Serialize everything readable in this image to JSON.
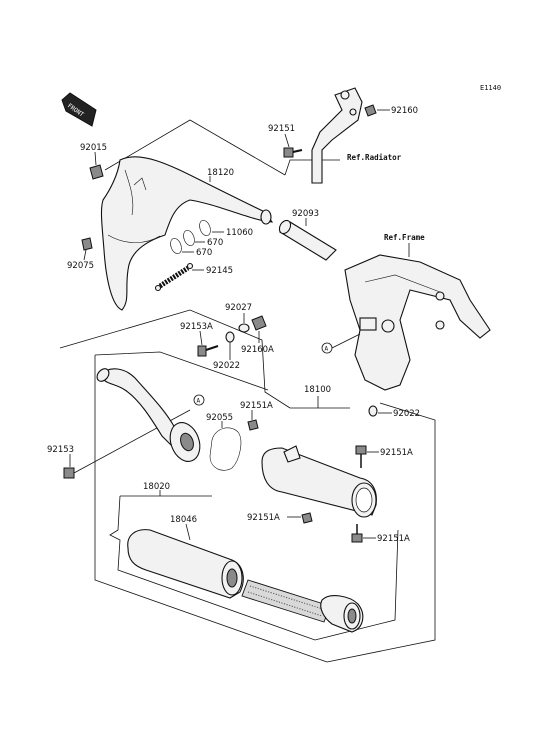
{
  "diagram_code": "E1140",
  "front_mark": "FRONT",
  "refs": {
    "radiator": "Ref.Radiator",
    "frame": "Ref.Frame"
  },
  "callout_marker": "A",
  "labels": {
    "p92160": "92160",
    "p92151_top": "92151",
    "p92015": "92015",
    "p18120": "18120",
    "p11060": "11060",
    "p670_a": "670",
    "p670_b": "670",
    "p92145": "92145",
    "p92093": "92093",
    "p92075": "92075",
    "p92027": "92027",
    "p92153A": "92153A",
    "p92160A": "92160A",
    "p92022_left": "92022",
    "p18100": "18100",
    "p92151A_1": "92151A",
    "p92055": "92055",
    "p92022_right": "92022",
    "p92153": "92153",
    "p92151A_2": "92151A",
    "p18020": "18020",
    "p18046": "18046",
    "p92151A_3": "92151A",
    "p92151A_4": "92151A"
  }
}
